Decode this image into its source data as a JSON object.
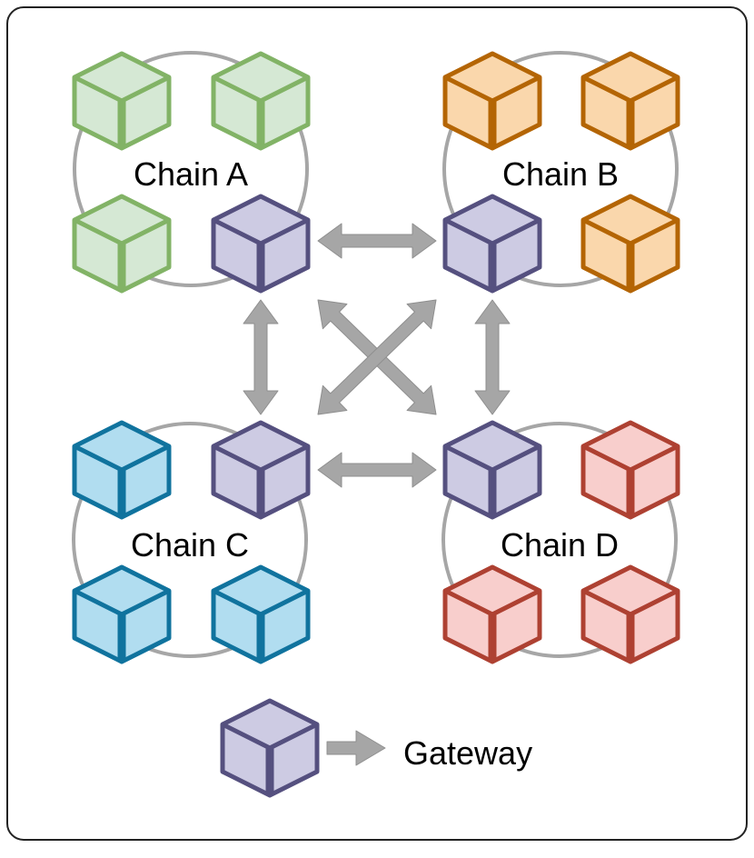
{
  "colors": {
    "ring": "#a6a6a6",
    "arrow": "#a6a6a6",
    "frame": "#222222",
    "gateway": {
      "fill": "#cdcbe3",
      "stroke": "#55507f"
    },
    "green": {
      "fill": "#d5e8d4",
      "stroke": "#82b366"
    },
    "orange": {
      "fill": "#fad7ac",
      "stroke": "#b46504"
    },
    "blue": {
      "fill": "#b1ddf0",
      "stroke": "#10739e"
    },
    "red": {
      "fill": "#f8cecc",
      "stroke": "#ae4132"
    }
  },
  "chains": [
    {
      "id": "a",
      "label": "Chain A",
      "color": "green"
    },
    {
      "id": "b",
      "label": "Chain B",
      "color": "orange"
    },
    {
      "id": "c",
      "label": "Chain C",
      "color": "blue"
    },
    {
      "id": "d",
      "label": "Chain D",
      "color": "red"
    }
  ],
  "connections": [
    [
      "a",
      "b"
    ],
    [
      "a",
      "c"
    ],
    [
      "b",
      "d"
    ],
    [
      "c",
      "d"
    ],
    [
      "a",
      "d"
    ],
    [
      "b",
      "c"
    ]
  ],
  "legend": {
    "icon": "gateway-cube-icon",
    "label": "Gateway"
  }
}
